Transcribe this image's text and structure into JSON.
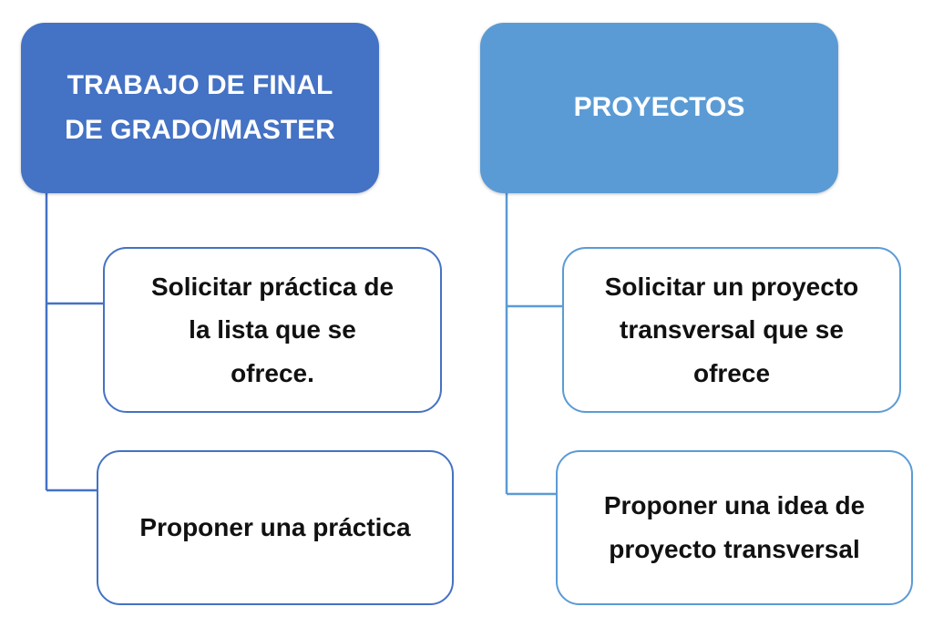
{
  "colors": {
    "left_header": "#4472c4",
    "right_header": "#5b9bd5",
    "left_outline": "#4472c4",
    "right_outline": "#5b9bd5"
  },
  "left": {
    "header": "TRABAJO DE FINAL\nDE GRADO/MASTER",
    "items": [
      "Solicitar práctica de\nla lista que se\nofrece.",
      "Proponer una práctica"
    ]
  },
  "right": {
    "header": "PROYECTOS",
    "items": [
      "Solicitar un proyecto\ntransversal que se\nofrece",
      "Proponer una idea de\nproyecto transversal"
    ]
  }
}
